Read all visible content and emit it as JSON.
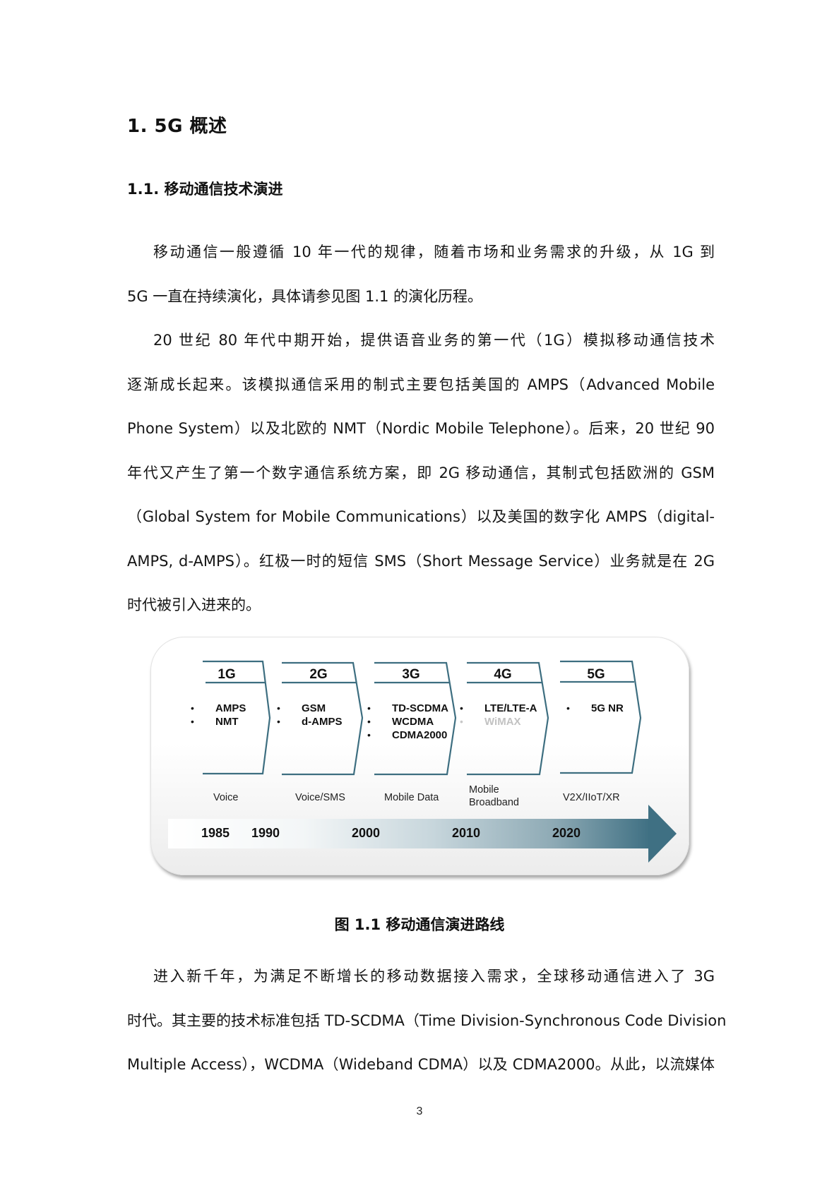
{
  "heading1": "1.  5G 概述",
  "heading2": "1.1.  移动通信技术演进",
  "paragraphs": [
    {
      "lines": [
        "移动通信一般遵循 10 年一代的规律，随着市场和业务需求的升级，从 1G 到",
        "5G 一直在持续演化，具体请参见图 1.1 的演化历程。"
      ]
    },
    {
      "lines": [
        "20 世纪 80 年代中期开始，提供语音业务的第一代（1G）模拟移动通信技术",
        "逐渐成长起来。该模拟通信采用的制式主要包括美国的 AMPS（Advanced Mobile",
        "Phone System）以及北欧的 NMT（Nordic Mobile Telephone）。后来，20 世纪 90",
        "年代又产生了第一个数字通信系统方案，即 2G 移动通信，其制式包括欧洲的 GSM",
        "（Global System for Mobile Communications）以及美国的数字化 AMPS（digital-",
        "AMPS, d-AMPS）。红极一时的短信 SMS（Short Message Service）业务就是在 2G",
        "时代被引入进来的。"
      ]
    },
    {
      "lines": [
        "进入新千年，为满足不断增长的移动数据接入需求，全球移动通信进入了 3G",
        "时代。其主要的技术标准包括 TD-SCDMA（Time Division-Synchronous Code Division",
        "Multiple Access），WCDMA（Wideband CDMA）以及 CDMA2000。从此，以流媒体"
      ]
    }
  ],
  "figure": {
    "line_color": "#3d6e80",
    "arrow_color": "#3f7083",
    "generations": [
      {
        "label": "1G",
        "techs": [
          {
            "name": "AMPS",
            "dim": false
          },
          {
            "name": "NMT",
            "dim": false
          }
        ],
        "service": "Voice"
      },
      {
        "label": "2G",
        "techs": [
          {
            "name": "GSM",
            "dim": false
          },
          {
            "name": "d-AMPS",
            "dim": false
          }
        ],
        "service": "Voice/SMS"
      },
      {
        "label": "3G",
        "techs": [
          {
            "name": "TD-SCDMA",
            "dim": false
          },
          {
            "name": "WCDMA",
            "dim": false
          },
          {
            "name": "CDMA2000",
            "dim": false
          }
        ],
        "service": "Mobile Data"
      },
      {
        "label": "4G",
        "techs": [
          {
            "name": "LTE/LTE-A",
            "dim": false
          },
          {
            "name": "WiMAX",
            "dim": true
          }
        ],
        "service_line1": "Mobile",
        "service_line2": "Broadband"
      },
      {
        "label": "5G",
        "techs": [
          {
            "name": "5G NR",
            "dim": false
          }
        ],
        "service": "V2X/IIoT/XR"
      }
    ],
    "years": [
      "1985",
      "1990",
      "2000",
      "2010",
      "2020"
    ]
  },
  "caption": "图  1.1  移动通信演进路线",
  "page_number": "3"
}
